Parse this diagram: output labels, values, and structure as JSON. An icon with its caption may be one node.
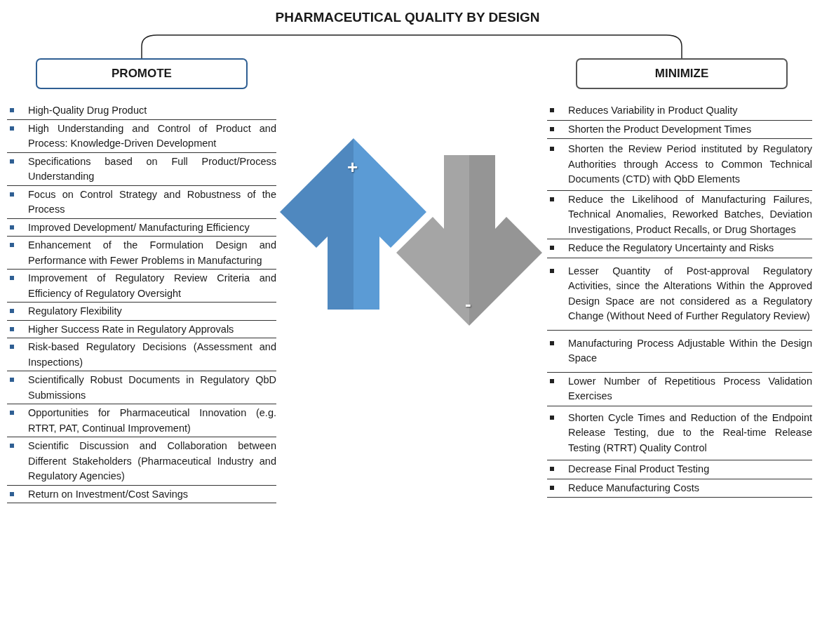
{
  "diagram": {
    "title": "PHARMACEUTICAL QUALITY BY DESIGN",
    "nodes": [
      {
        "text": [
          "PROMOTE"
        ]
      },
      {
        "text": [
          "+"
        ]
      },
      {
        "text": [
          "-"
        ]
      },
      {
        "text": [
          "MINIMIZE"
        ]
      }
    ],
    "edges": [
      {
        "from": 0,
        "to": 3,
        "arrow": "none"
      }
    ],
    "labels": [
      "High-Quality Drug Product",
      "High Understanding and Control of Product and Process: Knowledge-Driven Development",
      "Specifications based on Full Product/Process Understanding",
      "Focus on Control Strategy and Robustness of the Process",
      "Improved Development/ Manufacturing Efficiency",
      "Enhancement of the Formulation Design and Performance with Fewer Problems in Manufacturing",
      "Improvement of Regulatory Review Criteria and Efficiency of Regulatory Oversight",
      "Regulatory Flexibility",
      "Higher Success Rate in Regulatory Approvals",
      "Risk-based Regulatory Decisions (Assessment and Inspections)",
      "Scientifically Robust Documents in Regulatory QbD Submissions",
      "Opportunities for Pharmaceutical Innovation (e.g. RTRT, PAT, Continual Improvement)",
      "Scientific Discussion and Collaboration between Different Stakeholders (Pharmaceutical Industry and Regulatory Agencies)",
      "Return on Investment/Cost Savings",
      "Reduces Variability in Product Quality",
      "Shorten the Product Development Times",
      "Shorten the Review Period instituted by Regulatory Authorities through Access to Common Technical Documents (CTD) with QbD Elements",
      "Reduce the Likelihood of Manufacturing Failures, Technical Anomalies, Reworked Batches, Deviation Investigations, Product Recalls, or Drug Shortages",
      "Reduce the Regulatory Uncertainty and Risks",
      "Lesser Quantity of Post-approval Regulatory Activities, since the Alterations Within the Approved Design Space are not considered as a Regulatory Change (Without Need of Further Regulatory Review)",
      "Manufacturing Process Adjustable Within the Design Space",
      "Lower Number of Repetitious Process Validation Exercises",
      "Shorten Cycle Times and Reduction of the Endpoint Release Testing, due to the Real-time Release Testing (RTRT) Quality Control",
      "Decrease Final Product Testing",
      "Reduce Manufacturing Costs"
    ]
  }
}
